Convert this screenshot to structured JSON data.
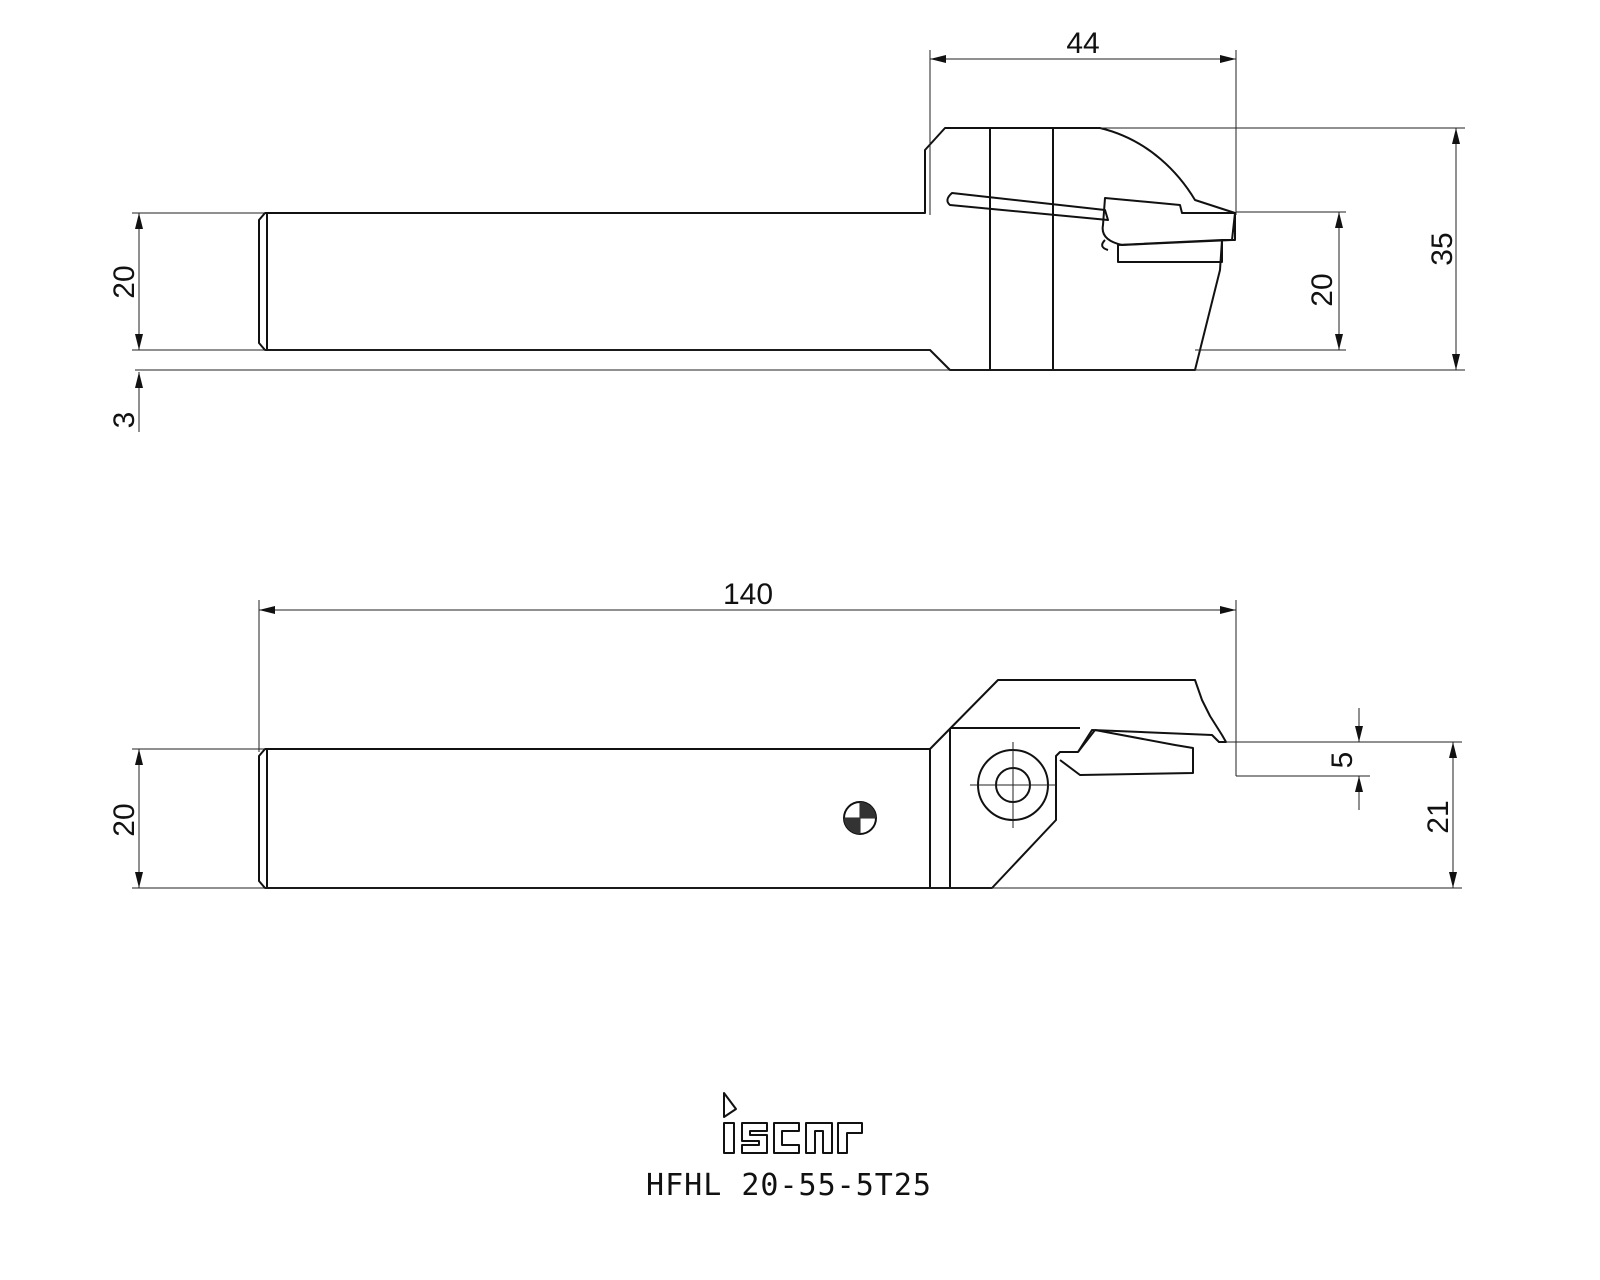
{
  "dimensions": {
    "top_length_44": "44",
    "top_height_35": "35",
    "top_shank_20": "20",
    "top_right_20": "20",
    "top_offset_3": "3",
    "bottom_length_140": "140",
    "bottom_shank_20": "20",
    "bottom_cut_5": "5",
    "bottom_height_21": "21"
  },
  "logo": {
    "brand": "iscar"
  },
  "part_code": "HFHL 20-55-5T25"
}
